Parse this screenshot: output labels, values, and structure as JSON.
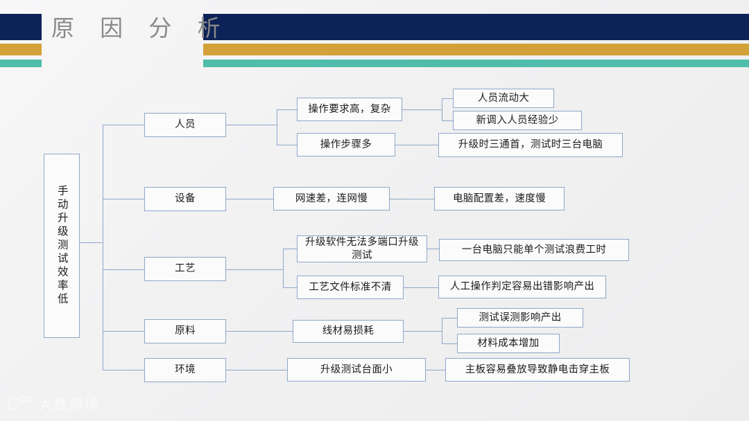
{
  "header": {
    "title": "原 因 分 析",
    "colors": {
      "navy": "#0d2357",
      "gold": "#d2a137",
      "teal": "#4fbdab"
    }
  },
  "diagram": {
    "type": "tree",
    "border_color": "#8ea6c8",
    "root": "手动升级测试效率低",
    "branches": [
      {
        "category": "人员",
        "causes": [
          {
            "label": "操作要求高，复杂",
            "effects": [
              "人员流动大",
              "新调入人员经验少"
            ]
          },
          {
            "label": "操作步骤多",
            "effects": [
              "升级时三通首，测试时三台电脑"
            ]
          }
        ]
      },
      {
        "category": "设备",
        "causes": [
          {
            "label": "网速差，连网慢",
            "effects": [
              "电脑配置差，速度慢"
            ]
          }
        ]
      },
      {
        "category": "工艺",
        "causes": [
          {
            "label": "升级软件无法多端口升级测试",
            "effects": [
              "一台电脑只能单个测试浪费工时"
            ]
          },
          {
            "label": "工艺文件标准不清",
            "effects": [
              "人工操作判定容易出错影响产出"
            ]
          }
        ]
      },
      {
        "category": "原料",
        "causes": [
          {
            "label": "线材易损耗",
            "effects": [
              "测试误测影响产出",
              "材料成本增加"
            ]
          }
        ]
      },
      {
        "category": "环境",
        "causes": [
          {
            "label": "升级测试台面小",
            "effects": [
              "主板容易叠放导致静电击穿主板"
            ]
          }
        ]
      }
    ]
  },
  "watermark": {
    "text": "大数跨境"
  }
}
